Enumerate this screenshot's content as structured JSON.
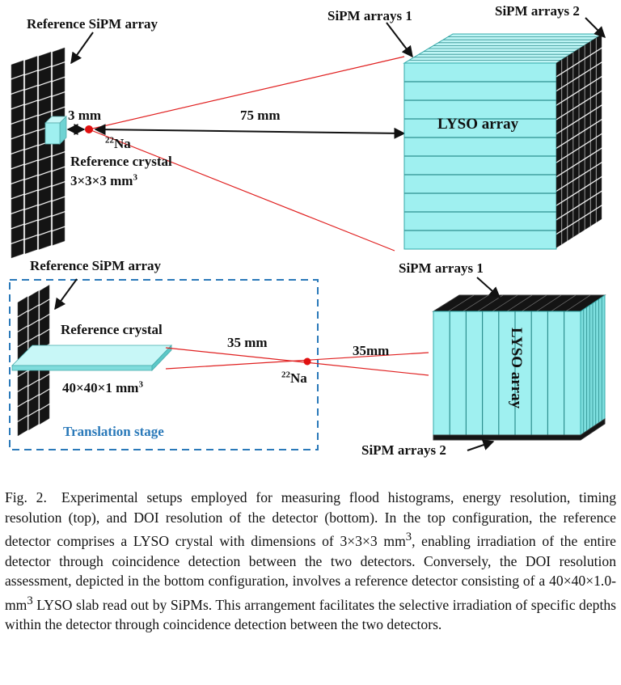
{
  "figure": {
    "top": {
      "ref_sipm_label": "Reference SiPM array",
      "sipm1_label": "SiPM arrays 1",
      "sipm2_label": "SiPM arrays 2",
      "gap_label": "3 mm",
      "distance_label": "75 mm",
      "source_sup": "22",
      "source_label": "Na",
      "ref_crystal_label": "Reference crystal",
      "ref_crystal_dims": "3×3×3 mm",
      "ref_crystal_dims_sup": "3",
      "lyso_label": "LYSO array"
    },
    "bottom": {
      "ref_sipm_label": "Reference SiPM array",
      "sipm1_label": "SiPM arrays 1",
      "sipm2_label": "SiPM arrays 2",
      "ref_crystal_label": "Reference crystal",
      "slab_dims": "40×40×1 mm",
      "slab_dims_sup": "3",
      "dist_left_label": "35 mm",
      "dist_right_label": "35mm",
      "source_sup": "22",
      "source_label": "Na",
      "lyso_label": "LYSO array",
      "stage_label": "Translation stage"
    },
    "colors": {
      "crystal": "#9ff0f0",
      "sipm": "#141414",
      "beam": "#e02020",
      "source": "#e01010",
      "stage_border": "#2a79b9"
    }
  },
  "caption": {
    "fig_label": "Fig. 2.",
    "text_1": "Experimental setups employed for measuring flood histograms, energy resolution, timing resolution (top), and DOI resolution of the detector (bottom). In the top configuration, the reference detector comprises a LYSO crystal with dimensions of 3×3×3 mm",
    "sup_1": "3",
    "text_2": ", enabling irradiation of the entire detector through coincidence detection between the two detectors. Conversely, the DOI resolution assessment, depicted in the bottom configuration, involves a reference detector consisting of a 40×40×1.0-mm",
    "sup_2": "3",
    "text_3": " LYSO slab read out by SiPMs. This arrangement facilitates the selective irradiation of specific depths within the detector through coincidence detection between the two detectors."
  }
}
